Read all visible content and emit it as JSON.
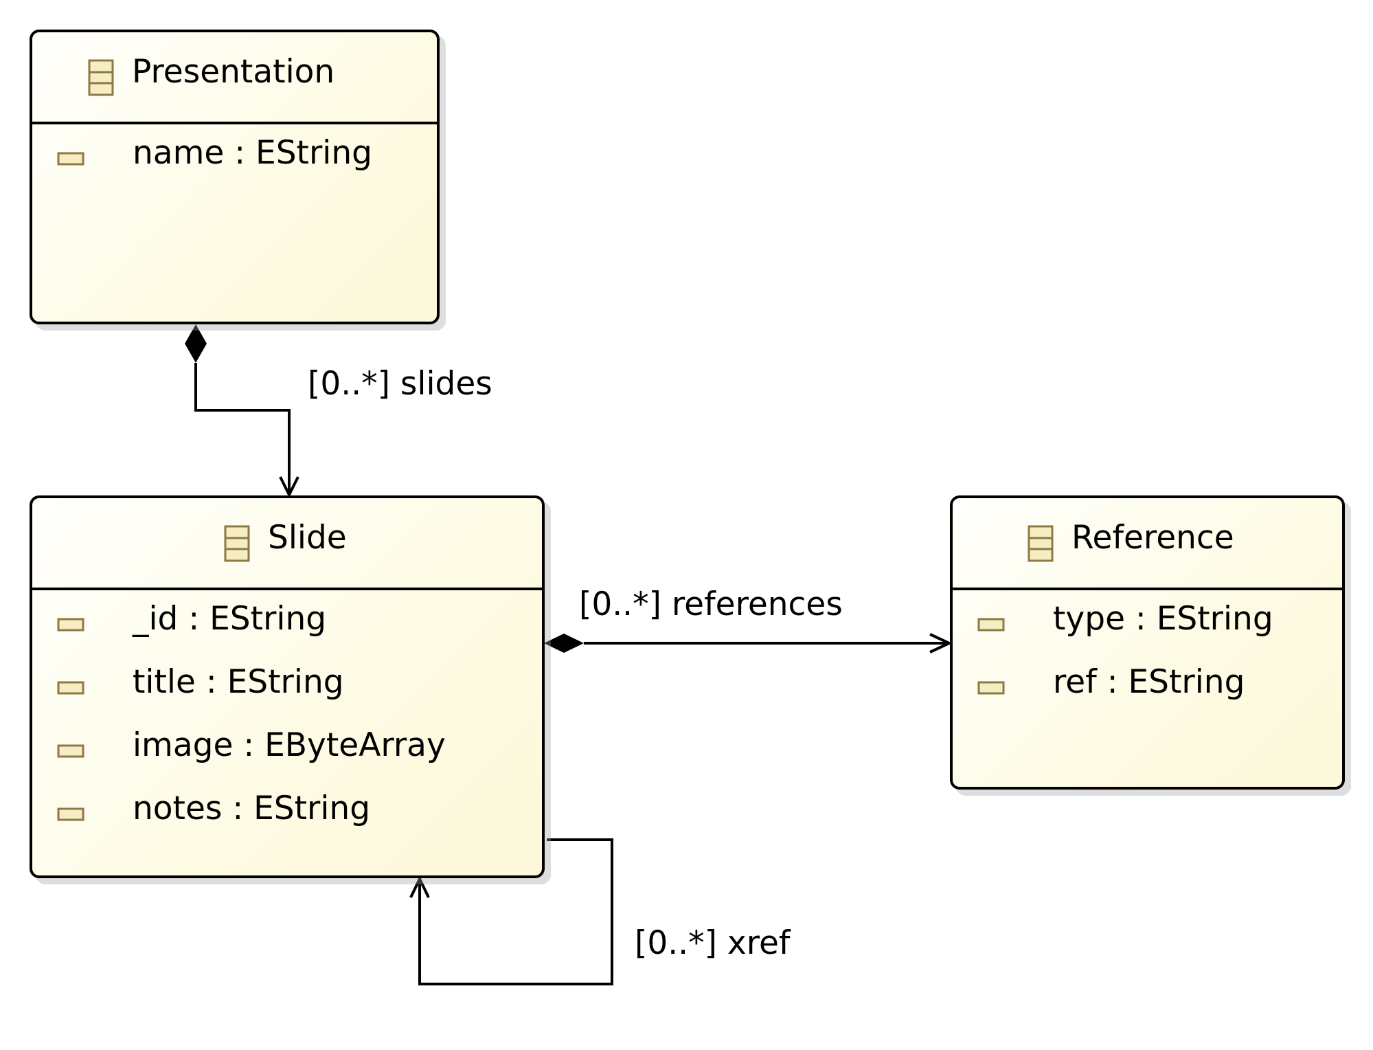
{
  "classes": {
    "presentation": {
      "name": "Presentation",
      "icon": "eclass-icon",
      "attributes": [
        {
          "label": "name : EString",
          "icon": "eattribute-icon"
        }
      ]
    },
    "slide": {
      "name": "Slide",
      "icon": "eclass-icon",
      "attributes": [
        {
          "label": "_id : EString",
          "icon": "eattribute-icon"
        },
        {
          "label": "title : EString",
          "icon": "eattribute-icon"
        },
        {
          "label": "image : EByteArray",
          "icon": "eattribute-icon"
        },
        {
          "label": "notes : EString",
          "icon": "eattribute-icon"
        }
      ]
    },
    "reference": {
      "name": "Reference",
      "icon": "eclass-icon",
      "attributes": [
        {
          "label": "type : EString",
          "icon": "eattribute-icon"
        },
        {
          "label": "ref : EString",
          "icon": "eattribute-icon"
        }
      ]
    }
  },
  "associations": {
    "slides": {
      "label": "[0..*] slides",
      "source": "Presentation",
      "target": "Slide",
      "kind": "composition"
    },
    "references": {
      "label": "[0..*] references",
      "source": "Slide",
      "target": "Reference",
      "kind": "composition"
    },
    "xref": {
      "label": "[0..*] xref",
      "source": "Slide",
      "target": "Slide",
      "kind": "reference"
    }
  },
  "colors": {
    "box_fill_start": "#fffffc",
    "box_fill_end": "#fcf8d8",
    "border": "#000000",
    "icon_fill": "#f6edc2",
    "icon_border": "#8c7a46"
  }
}
